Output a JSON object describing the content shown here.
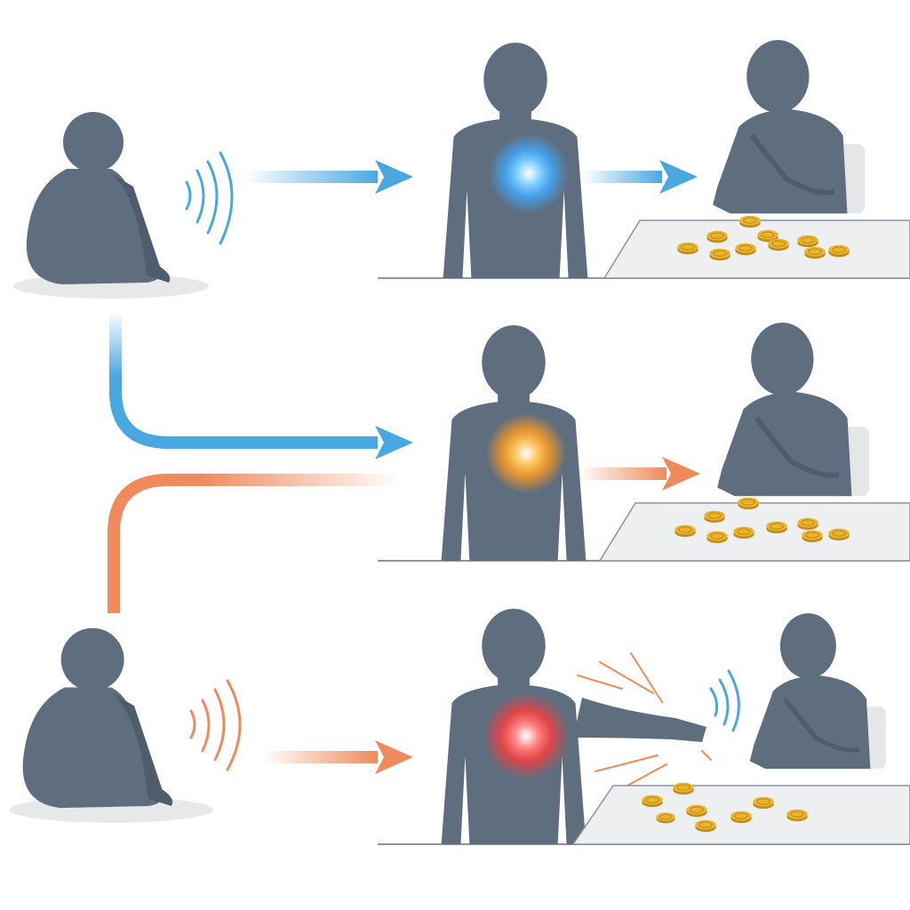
{
  "colors": {
    "background": "#ffffff",
    "figure": "#5f6e7e",
    "figure_shadow": "#4f5c6b",
    "floor_shadow": "#e6e8ea",
    "blue_arrow": "#4aa8e0",
    "orange_arrow": "#ef8a5c",
    "glow_blue": "#3fa9ff",
    "glow_orange": "#ff9a1f",
    "glow_red": "#ff3b3b",
    "coin": "#e9b52f",
    "coin_edge": "#c48b16",
    "table": "#eeeff0",
    "table_edge": "#8a95a0"
  },
  "rows": [
    {
      "glow": "blue",
      "source_signal": "blue",
      "outcome": "calm-coins"
    },
    {
      "glow": "orange",
      "source_signal": "mixed",
      "outcome": "reach-coins"
    },
    {
      "glow": "red",
      "source_signal": "orange",
      "outcome": "push-away"
    }
  ],
  "icons": [
    "sound-wave-icon",
    "arrow-icon",
    "heart-glow-icon",
    "coin-icon"
  ]
}
